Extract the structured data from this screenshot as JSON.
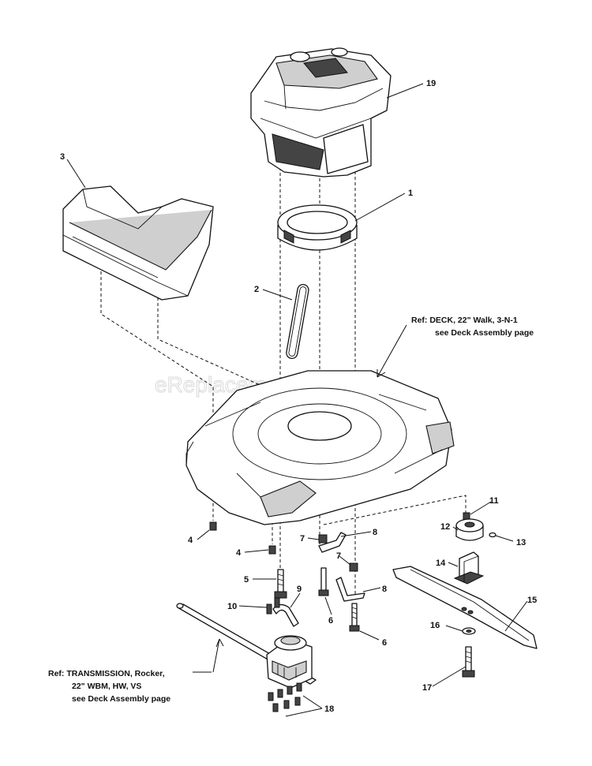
{
  "watermark": "eReplacementParts.com",
  "callouts": {
    "c1": "1",
    "c2": "2",
    "c3": "3",
    "c4a": "4",
    "c4b": "4",
    "c5": "5",
    "c6a": "6",
    "c6b": "6",
    "c7a": "7",
    "c7b": "7",
    "c8a": "8",
    "c8b": "8",
    "c9": "9",
    "c10": "10",
    "c11": "11",
    "c12": "12",
    "c13": "13",
    "c14": "14",
    "c15": "15",
    "c16": "16",
    "c17": "17",
    "c18": "18",
    "c19": "19"
  },
  "refs": {
    "deck": [
      "Ref: DECK, 22\" Walk, 3-N-1",
      "see Deck Assembly page"
    ],
    "transmission": [
      "Ref: TRANSMISSION, Rocker,",
      "22\" WBM, HW, VS",
      "see Deck Assembly page"
    ]
  }
}
